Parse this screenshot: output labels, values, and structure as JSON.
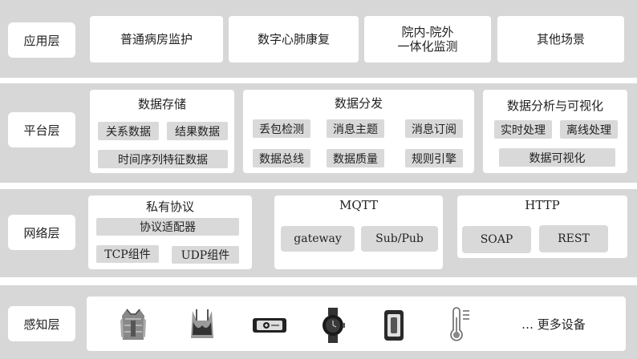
{
  "layers": {
    "application": {
      "label": "应用层",
      "items": [
        "普通病房监护",
        "数字心肺康复",
        "院内-院外",
        "一体化监测",
        "其他场景"
      ]
    },
    "platform": {
      "label": "平台层",
      "storage": {
        "title": "数据存储",
        "items": [
          "关系数据",
          "结果数据",
          "时间序列特征数据"
        ]
      },
      "distribution": {
        "title": "数据分发",
        "items": [
          "丢包检测",
          "消息主题",
          "消息订阅",
          "数据总线",
          "数据质量",
          "规则引擎"
        ]
      },
      "analysis": {
        "title": "数据分析与可视化",
        "items": [
          "实时处理",
          "离线处理",
          "数据可视化"
        ]
      }
    },
    "network": {
      "label": "网络层",
      "private": {
        "title": "私有协议",
        "items": [
          "协议适配器",
          "TCP组件",
          "UDP组件"
        ]
      },
      "mqtt": {
        "title": "MQTT",
        "items": [
          "gateway",
          "Sub/Pub"
        ]
      },
      "http": {
        "title": "HTTP",
        "items": [
          "SOAP",
          "REST"
        ]
      }
    },
    "perception": {
      "label": "感知层",
      "devices": [
        "vest-device-icon",
        "bra-device-icon",
        "patch-device-icon",
        "smartwatch-icon",
        "tablet-device-icon",
        "thermometer-icon"
      ],
      "more": "… 更多设备"
    }
  }
}
